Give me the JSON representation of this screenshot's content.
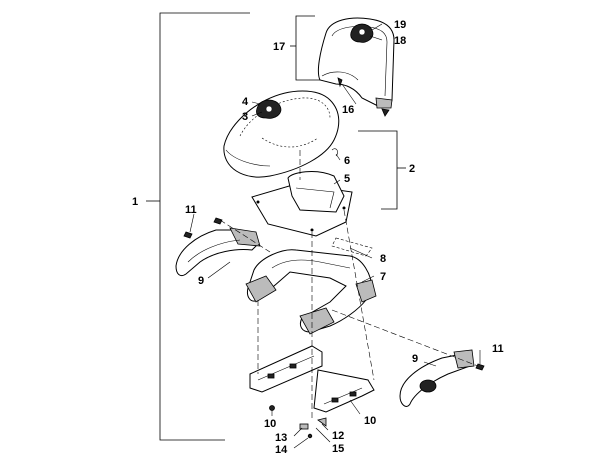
{
  "callouts": {
    "c1": "1",
    "c2": "2",
    "c3": "3",
    "c4": "4",
    "c5": "5",
    "c6": "6",
    "c7": "7",
    "c8": "8",
    "c9a": "9",
    "c9b": "9",
    "c10a": "10",
    "c10b": "10",
    "c11a": "11",
    "c11b": "11",
    "c12": "12",
    "c13": "13",
    "c14": "14",
    "c15": "15",
    "c16": "16",
    "c17": "17",
    "c18": "18",
    "c19": "19"
  }
}
